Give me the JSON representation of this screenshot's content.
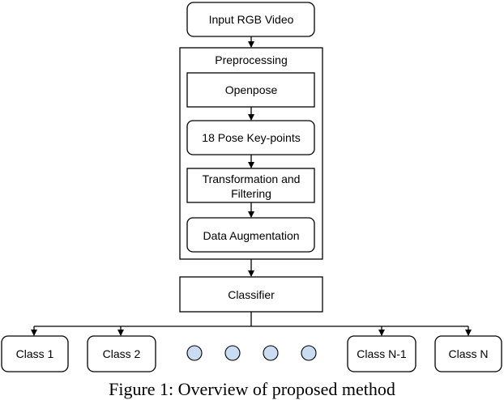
{
  "diagram": {
    "input": "Input RGB Video",
    "preprocessing": {
      "title": "Preprocessing",
      "steps": [
        "Openpose",
        "18 Pose Key-points",
        "Transformation and",
        "Filtering",
        "Data Augmentation"
      ]
    },
    "classifier": "Classifier",
    "classes": [
      "Class 1",
      "Class 2",
      "Class N-1",
      "Class N"
    ],
    "ellipsis_color": "#c9dcf2"
  },
  "caption": "Figure 1: Overview of proposed method"
}
